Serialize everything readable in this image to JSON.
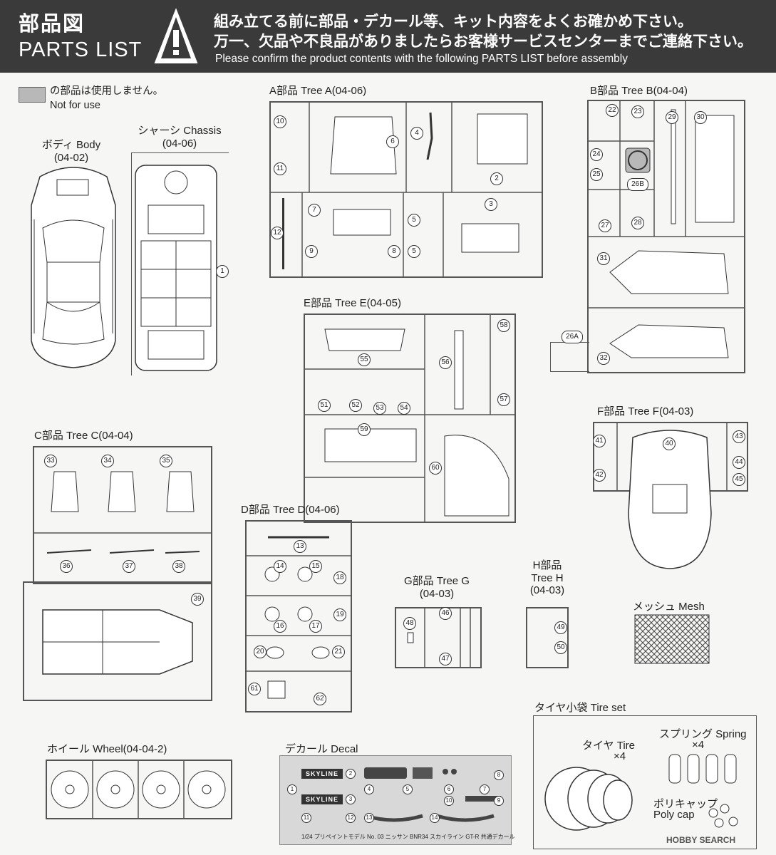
{
  "header": {
    "title_jp": "部品図",
    "title_en": "PARTS LIST",
    "notice_line1": "組み立てる前に部品・デカール等、キット内容をよくお確かめ下さい。",
    "notice_line2": "万一、欠品や不良品がありましたらお客様サービスセンターまでご連絡下さい。",
    "notice_line3": "Please confirm the product contents with the following PARTS LIST before assembly"
  },
  "legend": {
    "line1": "の部品は使用しません。",
    "line2": "Not for use"
  },
  "sections": {
    "body": {
      "line1": "ボディ Body",
      "line2": "(04-02)"
    },
    "chassis": {
      "line1": "シャーシ Chassis",
      "line2": "(04-06)"
    },
    "tree_a": {
      "label": "A部品 Tree A(04-06)"
    },
    "tree_b": {
      "label": "B部品 Tree B(04-04)"
    },
    "tree_c": {
      "label": "C部品 Tree C(04-04)"
    },
    "tree_d": {
      "label": "D部品 Tree D(04-06)"
    },
    "tree_e": {
      "label": "E部品 Tree E(04-05)"
    },
    "tree_f": {
      "label": "F部品 Tree F(04-03)"
    },
    "tree_g": {
      "line1": "G部品 Tree G",
      "line2": "(04-03)"
    },
    "tree_h": {
      "line1": "H部品",
      "line2": "Tree H",
      "line3": "(04-03)"
    },
    "mesh": {
      "label": "メッシュ Mesh"
    },
    "wheel": {
      "label": "ホイール Wheel(04-04-2)"
    },
    "decal": {
      "label": "デカール Decal"
    },
    "tire_set": {
      "label": "タイヤ小袋  Tire set"
    }
  },
  "tire_set": {
    "tire_label": "タイヤ Tire",
    "tire_qty": "×4",
    "spring_label": "スプリング Spring",
    "spring_qty": "×4",
    "polycap_line1": "ポリキャップ",
    "polycap_line2": "Poly cap"
  },
  "decal": {
    "skyline_1": "SKYLINE",
    "skyline_2": "SKYLINE",
    "footer": "1/24 プリペイントモデル No. 03 ニッサン BNR34 スカイライン GT-R 共通デカール"
  },
  "watermark": "HOBBY SEARCH",
  "parts": {
    "chassis": "1",
    "tree_a": [
      "10",
      "11",
      "6",
      "4",
      "2",
      "12",
      "7",
      "9",
      "8",
      "5",
      "5",
      "3"
    ],
    "tree_b": [
      "22",
      "23",
      "29",
      "30",
      "24",
      "25",
      "26B",
      "27",
      "28",
      "31",
      "26A",
      "32"
    ],
    "tree_e": [
      "58",
      "55",
      "56",
      "51",
      "52",
      "53",
      "54",
      "57",
      "59",
      "60"
    ],
    "tree_f": [
      "41",
      "40",
      "43",
      "42",
      "44",
      "45"
    ],
    "tree_c": [
      "33",
      "34",
      "35",
      "36",
      "37",
      "38",
      "39"
    ],
    "tree_d": [
      "13",
      "14",
      "15",
      "18",
      "16",
      "17",
      "19",
      "20",
      "21",
      "61",
      "62"
    ],
    "tree_g": [
      "48",
      "46",
      "47"
    ],
    "tree_h": [
      "49",
      "50"
    ],
    "decal_numbers": [
      "1",
      "2",
      "3",
      "4",
      "5",
      "6",
      "7",
      "8",
      "9",
      "10",
      "11",
      "12",
      "13",
      "14"
    ]
  }
}
